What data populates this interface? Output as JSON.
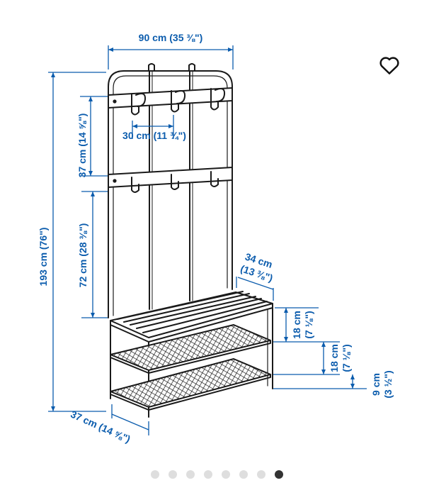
{
  "colors": {
    "dimension": "#0b5cad",
    "outline": "#1a1a1a",
    "active_dot": "#333333",
    "inactive_dot": "#dedede"
  },
  "favorite": {
    "icon": "heart-outline-icon"
  },
  "dimensions": {
    "width": "90 cm (35 ⅜\")",
    "hook_spacing": "30 cm (11 ¾\")",
    "rail_spacing": "37 cm (14 ⅝\")",
    "upper_height": "72 cm (28 ⅜\")",
    "total_height": "193 cm (76\")",
    "bench_depth_line1": "34 cm",
    "bench_depth_line2": "(13 ⅜\")",
    "base_depth": "37 cm (14 ⅝\")",
    "bench_to_shelf_line1": "18 cm",
    "bench_to_shelf_line2": "(7 ⅛\")",
    "shelf_to_shelf_line1": "18 cm",
    "shelf_to_shelf_line2": "(7 ⅛\")",
    "floor_clearance_line1": "9 cm",
    "floor_clearance_line2": "(3 ½\")"
  },
  "carousel": {
    "total": 8,
    "active_index": 7
  }
}
